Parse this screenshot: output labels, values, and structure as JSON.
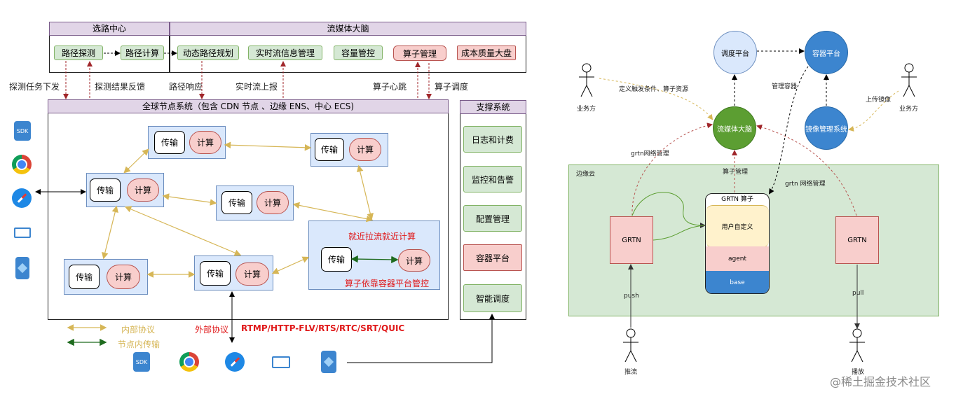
{
  "left": {
    "route_center": {
      "title": "选路中心",
      "detect": "路径探测",
      "calc": "路径计算"
    },
    "brain": {
      "title": "流媒体大脑",
      "items": [
        "动态路径规划",
        "实时流信息管理",
        "容量管控",
        "算子管理",
        "成本质量大盘"
      ]
    },
    "arrows": {
      "detect_down": "探测任务下发",
      "detect_feedback": "探测结果反馈",
      "route_resp": "路径响应",
      "stream_report": "实时流上报",
      "heartbeat": "算子心跳",
      "schedule": "算子调度"
    },
    "global": {
      "title": "全球节点系统（包含 CDN 节点 、边缘 ENS、中心 ECS)"
    },
    "node": {
      "transfer": "传输",
      "compute": "计算"
    },
    "nearby": {
      "top": "就近拉流就近计算",
      "bottom": "算子依靠容器平台管控"
    },
    "support": {
      "title": "支撑系统",
      "items": [
        "日志和计费",
        "监控和告警",
        "配置管理",
        "容器平台",
        "智能调度"
      ]
    },
    "legend": {
      "internal": "内部协议",
      "intra": "节点内传输",
      "external": "外部协议",
      "protocols": "RTMP/HTTP-FLV/RTS/RTC/SRT/QUIC"
    },
    "sdk": "SDK"
  },
  "right": {
    "dispatch": "调度平台",
    "container": "容器平台",
    "brain": "流媒体大脑",
    "mirror": "镜像管理系统",
    "biz_left": "业务方",
    "biz_right": "业务方",
    "trigger": "定义触发条件、算子资源",
    "manage_container": "管理容器",
    "upload_mirror": "上传镜像",
    "grtn_mgmt_left": "grtn网络管理",
    "grtn_mgmt_right": "grtn 网络管理",
    "op_mgmt": "算子管理",
    "edge": "边缘云",
    "grtn_op": "GRTN 算子",
    "user_def": "用户自定义",
    "agent": "agent",
    "base": "base",
    "grtn_left": "GRTN",
    "grtn_right": "GRTN",
    "push": "push",
    "pull": "pull",
    "pusher": "推流",
    "player": "播放"
  },
  "watermark": "@稀土掘金技术社区",
  "colors": {
    "purple": "#e1d5e7",
    "green": "#d5e8d4",
    "red": "#f8cecc",
    "blue": "#dae8fc",
    "circle_blue": "#3c85cf",
    "circle_green": "#5c9e32",
    "gold": "#d6b656",
    "dark_green": "#1e6b1e",
    "accent_red": "#e0191a"
  }
}
